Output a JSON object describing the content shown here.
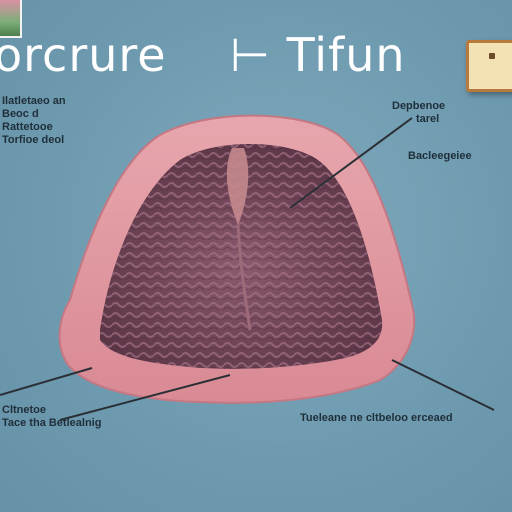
{
  "title": {
    "left": "orcrure",
    "separator": "⊢",
    "right": "Tifun"
  },
  "labels": {
    "top_left": [
      "Ilatletaeo an",
      "Beoc d",
      "Rattetooe",
      "Torfioe deol"
    ],
    "top_right": [
      "Depbenoe",
      "tarel"
    ],
    "mid_right": [
      "Bacleegeiee"
    ],
    "bottom_left": [
      "Cltnetoe",
      "Tace tha Betlealnig"
    ],
    "bottom_right": [
      "Tueleane ne cltbeloo erceaed"
    ]
  },
  "icons": {
    "top_left_thumbnail": "image-thumbnail-icon",
    "top_right_folder": "folder-icon"
  },
  "colors": {
    "background": "#6f9bb0",
    "tissue_outer": "#e19aa2",
    "tissue_inner": "#7a4d5e",
    "leader_line": "#2a2f36",
    "title_text": "#ffffff"
  }
}
